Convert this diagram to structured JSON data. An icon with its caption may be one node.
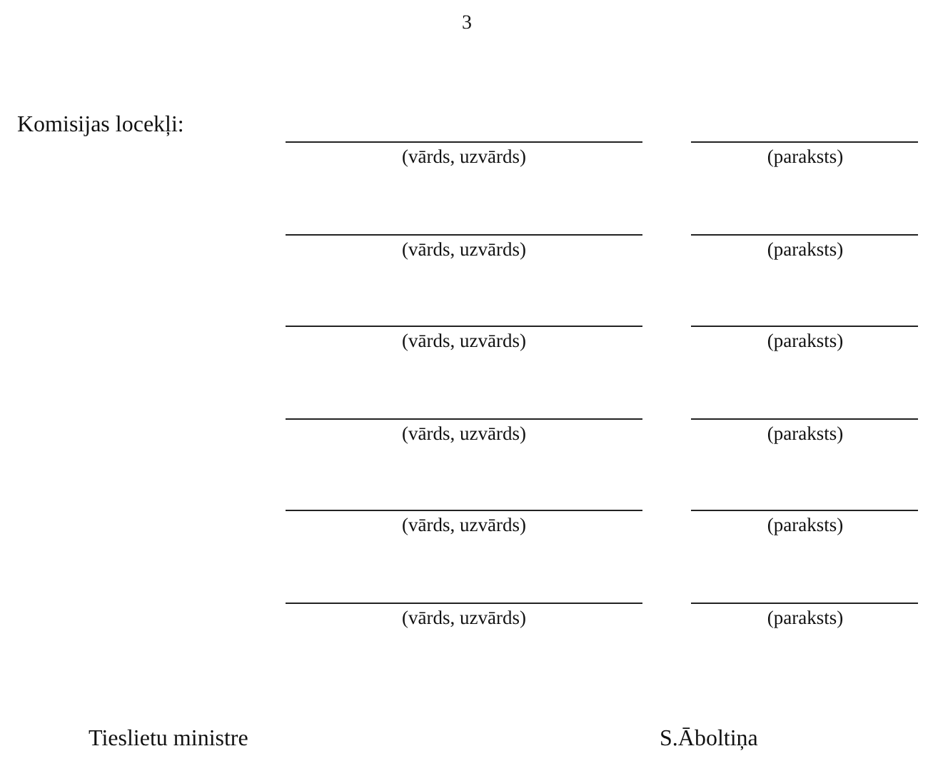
{
  "diagram": {
    "labels": [
      "3",
      "Komisijas locekļi:",
      "(vārds, uzvārds)",
      "(paraksts)",
      "(vārds, uzvārds)",
      "(paraksts)",
      "(vārds, uzvārds)",
      "(paraksts)",
      "(vārds, uzvārds)",
      "(paraksts)",
      "(vārds, uzvārds)",
      "(paraksts)",
      "(vārds, uzvārds)",
      "(paraksts)",
      "Tieslietu ministre",
      "S.Āboltiņa"
    ]
  }
}
